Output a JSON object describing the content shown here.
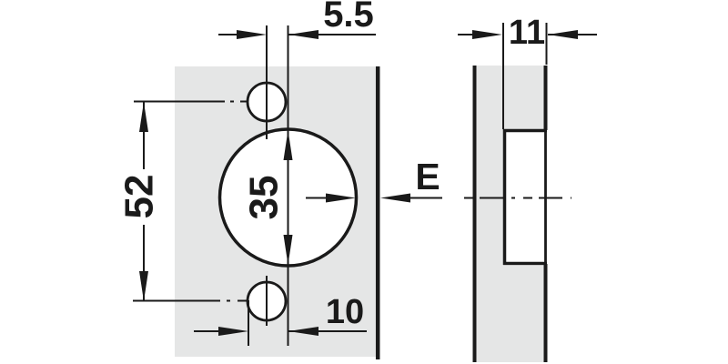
{
  "drawing": {
    "description": "Concealed hinge cup drilling pattern, front view and side section view",
    "front_view": {
      "cup_offset_mm": "5.5",
      "screw_hole_spacing_mm": "52",
      "cup_diameter_mm": "35",
      "screw_hole_diameter_mm": "10",
      "edge_reference": "E"
    },
    "side_view": {
      "drilling_depth_mm": "11"
    },
    "colors": {
      "panel_fill": "#e5e6e6",
      "line": "#1a1a1a",
      "background": "#ffffff"
    }
  }
}
